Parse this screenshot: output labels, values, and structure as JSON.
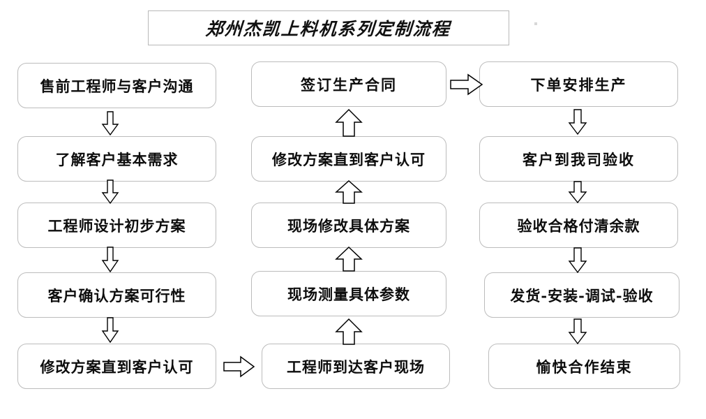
{
  "title": {
    "text": "郑州杰凯上料机系列定制流程"
  },
  "colors": {
    "background": "#ffffff",
    "box_border": "#bcbcbc",
    "title_border": "#b8b8b8",
    "text": "#0d0d0d",
    "arrow_stroke": "#000000",
    "arrow_fill": "#ffffff"
  },
  "diagram": {
    "type": "flowchart",
    "columns": [
      {
        "name": "column-1",
        "flow_direction": "down",
        "nodes": [
          {
            "id": "c1n1",
            "label": "售前工程师与客户沟通"
          },
          {
            "id": "c1n2",
            "label": "了解客户基本需求"
          },
          {
            "id": "c1n3",
            "label": "工程师设计初步方案"
          },
          {
            "id": "c1n4",
            "label": "客户确认方案可行性"
          },
          {
            "id": "c1n5",
            "label": "修改方案直到客户认可"
          }
        ]
      },
      {
        "name": "column-2",
        "flow_direction": "up",
        "nodes": [
          {
            "id": "c2n1",
            "label": "签订生产合同"
          },
          {
            "id": "c2n2",
            "label": "修改方案直到客户认可"
          },
          {
            "id": "c2n3",
            "label": "现场修改具体方案"
          },
          {
            "id": "c2n4",
            "label": "现场测量具体参数"
          },
          {
            "id": "c2n5",
            "label": "工程师到达客户现场"
          }
        ]
      },
      {
        "name": "column-3",
        "flow_direction": "down",
        "nodes": [
          {
            "id": "c3n1",
            "label": "下单安排生产"
          },
          {
            "id": "c3n2",
            "label": "客户到我司验收"
          },
          {
            "id": "c3n3",
            "label": "验收合格付清余款"
          },
          {
            "id": "c3n4",
            "label": "发货-安装-调试-验收"
          },
          {
            "id": "c3n5",
            "label": "愉快合作结束"
          }
        ]
      }
    ],
    "connectors": [
      {
        "name": "c1n1-to-c1n2",
        "direction": "down"
      },
      {
        "name": "c1n2-to-c1n3",
        "direction": "down"
      },
      {
        "name": "c1n3-to-c1n4",
        "direction": "down"
      },
      {
        "name": "c1n4-to-c1n5",
        "direction": "down"
      },
      {
        "name": "c1n5-to-c2n5",
        "direction": "right"
      },
      {
        "name": "c2n5-to-c2n4",
        "direction": "up"
      },
      {
        "name": "c2n4-to-c2n3",
        "direction": "up"
      },
      {
        "name": "c2n3-to-c2n2",
        "direction": "up"
      },
      {
        "name": "c2n2-to-c2n1",
        "direction": "up"
      },
      {
        "name": "c2n1-to-c3n1",
        "direction": "right"
      },
      {
        "name": "c3n1-to-c3n2",
        "direction": "down"
      },
      {
        "name": "c3n2-to-c3n3",
        "direction": "down"
      },
      {
        "name": "c3n3-to-c3n4",
        "direction": "down"
      },
      {
        "name": "c3n4-to-c3n5",
        "direction": "down"
      }
    ]
  }
}
